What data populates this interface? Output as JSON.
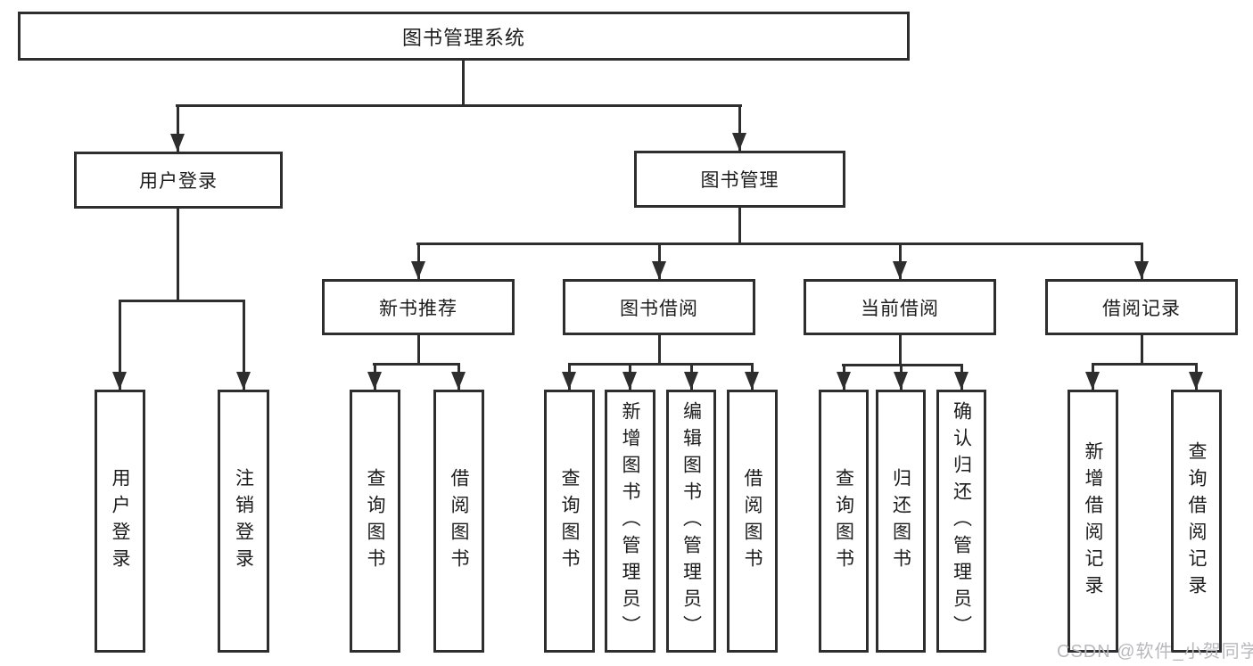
{
  "tree": {
    "root": "图书管理系统",
    "level2": [
      {
        "id": "user-login",
        "label": "用户登录",
        "children": [
          "用户登录",
          "注销登录"
        ]
      },
      {
        "id": "book-management",
        "label": "图书管理",
        "sections": [
          {
            "label": "新书推荐",
            "children": [
              "查询图书",
              "借阅图书"
            ]
          },
          {
            "label": "图书借阅",
            "children": [
              "查询图书",
              "新增图书（管理员）",
              "编辑图书（管理员）",
              "借阅图书"
            ]
          },
          {
            "label": "当前借阅",
            "children": [
              "查询图书",
              "归还图书",
              "确认归还（管理员）"
            ]
          },
          {
            "label": "借阅记录",
            "children": [
              "新增借阅记录",
              "查询借阅记录"
            ]
          }
        ]
      }
    ]
  },
  "watermark": {
    "text": "CSDN @软件_小贺同学"
  },
  "colors": {
    "line": "#2e2e2e",
    "text": "#1c1c1c",
    "watermark": "#b9b9bd",
    "background": "#ffffff"
  }
}
